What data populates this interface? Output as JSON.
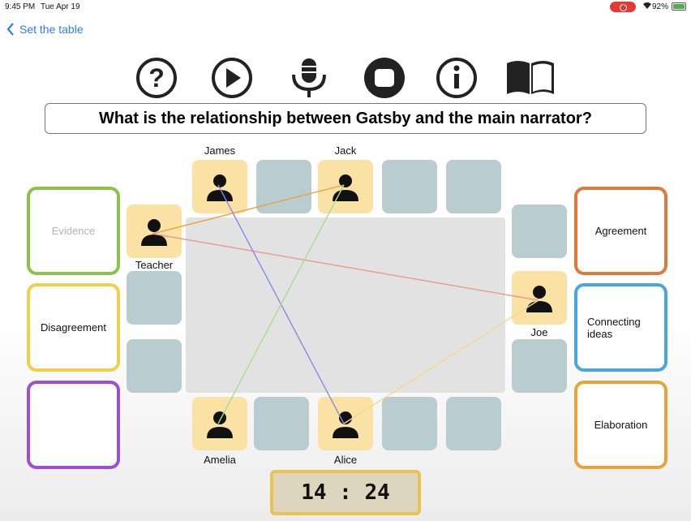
{
  "status": {
    "time": "9:45 PM",
    "date": "Tue Apr 19",
    "battery": "92%"
  },
  "nav": {
    "back_label": "Set the table"
  },
  "toolbar": [
    "help-icon",
    "play-icon",
    "microphone-icon",
    "stop-icon",
    "info-icon",
    "book-icon"
  ],
  "question": "What is the relationship between Gatsby and the main narrator?",
  "categories": {
    "evidence": {
      "label": "Evidence",
      "color": "#8bc34a"
    },
    "disagreement": {
      "label": "Disagreement",
      "color": "#f2cf4a"
    },
    "blank": {
      "label": "",
      "color": "#9c4fd0"
    },
    "agreement": {
      "label": "Agreement",
      "color": "#e07a3c"
    },
    "connecting": {
      "label": "Connecting ideas",
      "color": "#4aa7de"
    },
    "elaboration": {
      "label": "Elaboration",
      "color": "#e8a33a"
    }
  },
  "participants": {
    "james": "James",
    "jack": "Jack",
    "teacher": "Teacher",
    "joe": "Joe",
    "amelia": "Amelia",
    "alice": "Alice"
  },
  "connections": [
    {
      "from": "Teacher",
      "to": "Jack",
      "color": "#e6a23c"
    },
    {
      "from": "Teacher",
      "to": "Joe",
      "color": "#e89a8e"
    },
    {
      "from": "James",
      "to": "Alice",
      "color": "#8c86e8"
    },
    {
      "from": "Jack",
      "to": "Amelia",
      "color": "#a7dc93"
    },
    {
      "from": "Joe",
      "to": "Alice",
      "color": "#f2d98a"
    }
  ],
  "timer": "14 : 24"
}
